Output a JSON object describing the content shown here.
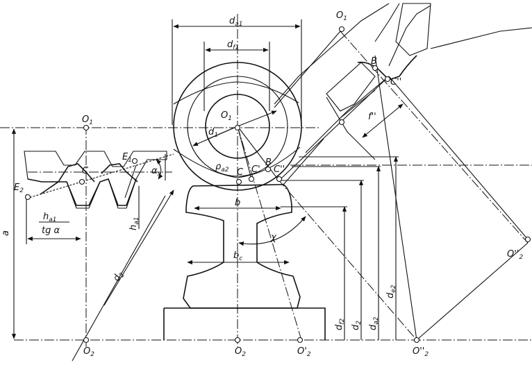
{
  "labels": {
    "da1": "d_a1",
    "df1": "d_f1",
    "O1_top": "O_1",
    "O1_left": "O_1",
    "O1_center": "O_1",
    "d1": "d_1",
    "rho_a2": "ρ_a2",
    "C_center": "C",
    "C_prime": "C'",
    "C_dprime": "C''",
    "B_center": "B",
    "B_right": "B",
    "C_dprime_right": "C''",
    "f_dprime": "f''",
    "E1": "E_1",
    "E2": "E_2",
    "C_left": "C",
    "alpha_x": "α_x",
    "ha1_over": "h_a1",
    "tg_alpha": "tg α",
    "ha1_vert": "h_a1",
    "a": "a",
    "d2_left": "d_2",
    "b": "b",
    "chi": "χ",
    "bc": "b_c",
    "df2": "d_f2",
    "d2_right": "d_2",
    "da2": "d_a2",
    "de2": "d_e2",
    "O2_left": "O_2",
    "O2_center": "O_2",
    "O2_prime": "O'_2",
    "O2_dprime_bottom": "O''_2",
    "O2_dprime_right": "O''_2"
  }
}
